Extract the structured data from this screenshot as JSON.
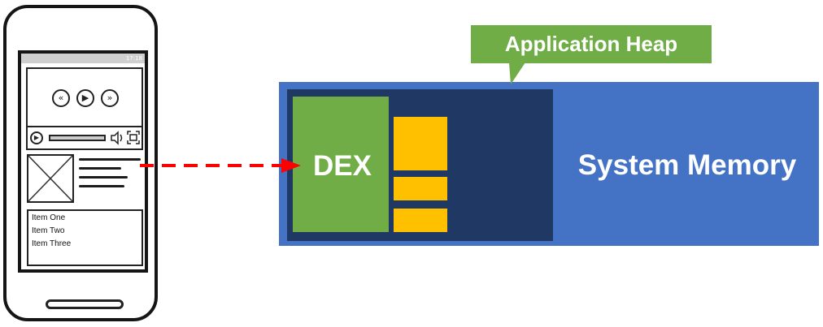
{
  "phone": {
    "status_time": "17:18",
    "list_items": [
      "Item One",
      "Item Two",
      "Item Three"
    ],
    "icons": [
      "rewind-icon",
      "play-icon",
      "fast-forward-icon",
      "volume-icon",
      "fullscreen-icon",
      "image-placeholder-icon"
    ]
  },
  "memory": {
    "system_memory_label": "System Memory",
    "application_heap_label": "Application Heap",
    "dex_label": "DEX"
  },
  "colors": {
    "system_memory": "#4472c4",
    "application_heap": "#203864",
    "dex": "#70ad47",
    "callout": "#70ad47",
    "heap_blocks": "#ffc000",
    "arrow": "#ff0000"
  }
}
